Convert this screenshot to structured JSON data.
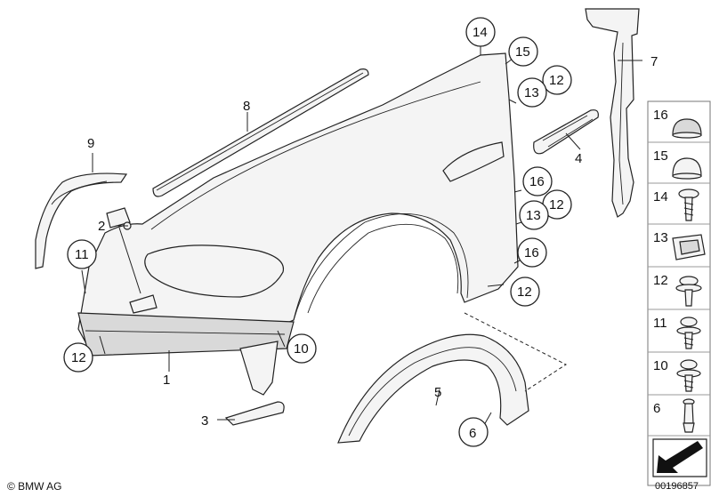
{
  "callouts": {
    "c1": "1",
    "c2": "2",
    "c3": "3",
    "c4": "4",
    "c5": "5",
    "c6": "6",
    "c7": "7",
    "c8": "8",
    "c9": "9",
    "c10": "10",
    "c11": "11",
    "c12a": "12",
    "c12b": "12",
    "c12c": "12",
    "c12d": "12",
    "c13a": "13",
    "c13b": "13",
    "c14": "14",
    "c15": "15",
    "c16": "16"
  },
  "legend": [
    {
      "num": "16",
      "icon": "cap-nut-icon"
    },
    {
      "num": "15",
      "icon": "dome-cap-icon"
    },
    {
      "num": "14",
      "icon": "screw-icon"
    },
    {
      "num": "13",
      "icon": "clip-nut-icon"
    },
    {
      "num": "12",
      "icon": "collar-screw-icon"
    },
    {
      "num": "11",
      "icon": "washer-screw-icon"
    },
    {
      "num": "10",
      "icon": "flange-screw-icon"
    },
    {
      "num": "6",
      "icon": "push-rivet-icon"
    }
  ],
  "footer": {
    "copyright": "© BMW AG",
    "diagram_id": "00196857"
  }
}
